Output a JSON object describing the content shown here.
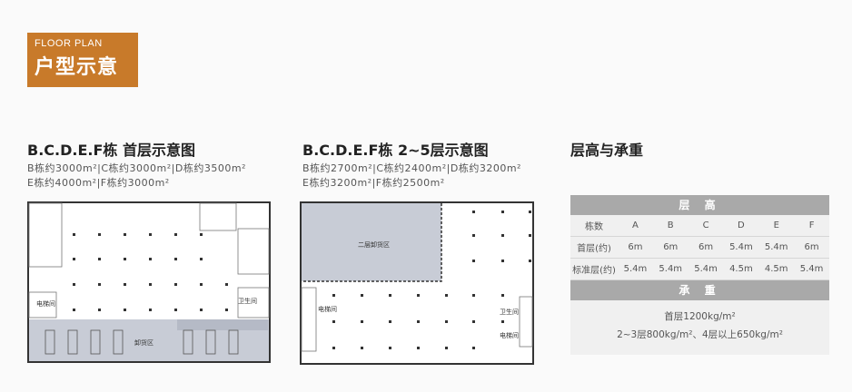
{
  "badge": {
    "en": "FLOOR PLAN",
    "cn": "户型示意"
  },
  "col1": {
    "title": "B.C.D.E.F栋 首层示意图",
    "line1": "B栋约3000m²|C栋约3000m²|D栋约3500m²",
    "line2": "E栋约4000m²|F栋约3000m²",
    "labels": {
      "elevator": "电梯间",
      "toilet": "卫生间",
      "unload": "卸货区"
    }
  },
  "col2": {
    "title": "B.C.D.E.F栋 2~5层示意图",
    "line1": "B栋约2700m²|C栋约2400m²|D栋约3200m²",
    "line2": "E栋约3200m²|F栋约2500m²",
    "labels": {
      "storage": "二层卸货区",
      "elevator1": "电梯间",
      "toilet": "卫生间",
      "elevator2": "电梯间"
    }
  },
  "col3": {
    "title": "层高与承重"
  },
  "height_table": {
    "header": "层 高",
    "columns": [
      "栋数",
      "A",
      "B",
      "C",
      "D",
      "E",
      "F"
    ],
    "rows": [
      [
        "首层(约)",
        "6m",
        "6m",
        "6m",
        "5.4m",
        "5.4m",
        "6m"
      ],
      [
        "标准层(约)",
        "5.4m",
        "5.4m",
        "5.4m",
        "4.5m",
        "4.5m",
        "5.4m"
      ]
    ]
  },
  "load": {
    "header": "承 重",
    "line1": "首层1200kg/m²",
    "line2": "2~3层800kg/m²、4层以上650kg/m²"
  },
  "colors": {
    "accent": "#c87a2a",
    "table_header": "#a9a9a9",
    "unload_area": "#c8ccd6"
  }
}
